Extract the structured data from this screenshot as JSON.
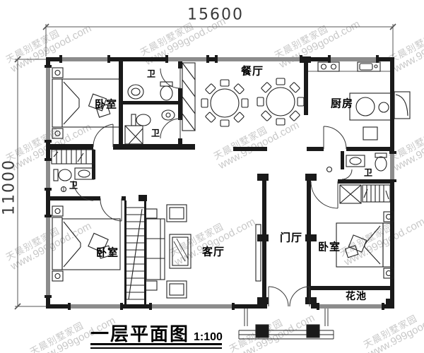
{
  "drawing": {
    "title": "一层平面图",
    "scale": "1:100",
    "dim_width": "15600",
    "dim_height": "11000"
  },
  "rooms": {
    "bedroom_top_left": "卧室",
    "bedroom_bottom_left": "卧室",
    "bedroom_bottom_right": "卧室",
    "bath_top_upper": "卫",
    "bath_top_lower": "卫",
    "bath_left": "卫",
    "bath_right": "卫",
    "dining_room": "餐厅",
    "kitchen": "厨房",
    "living_room": "客厅",
    "foyer": "门厅",
    "flower_bed": "花池"
  },
  "watermark": {
    "line1": "天晨别墅家园",
    "line2": "www.999good.com"
  },
  "colors": {
    "wall": "#1a1a1a",
    "dimension": "#3a3a3a",
    "watermark": "#9b9b9b"
  }
}
